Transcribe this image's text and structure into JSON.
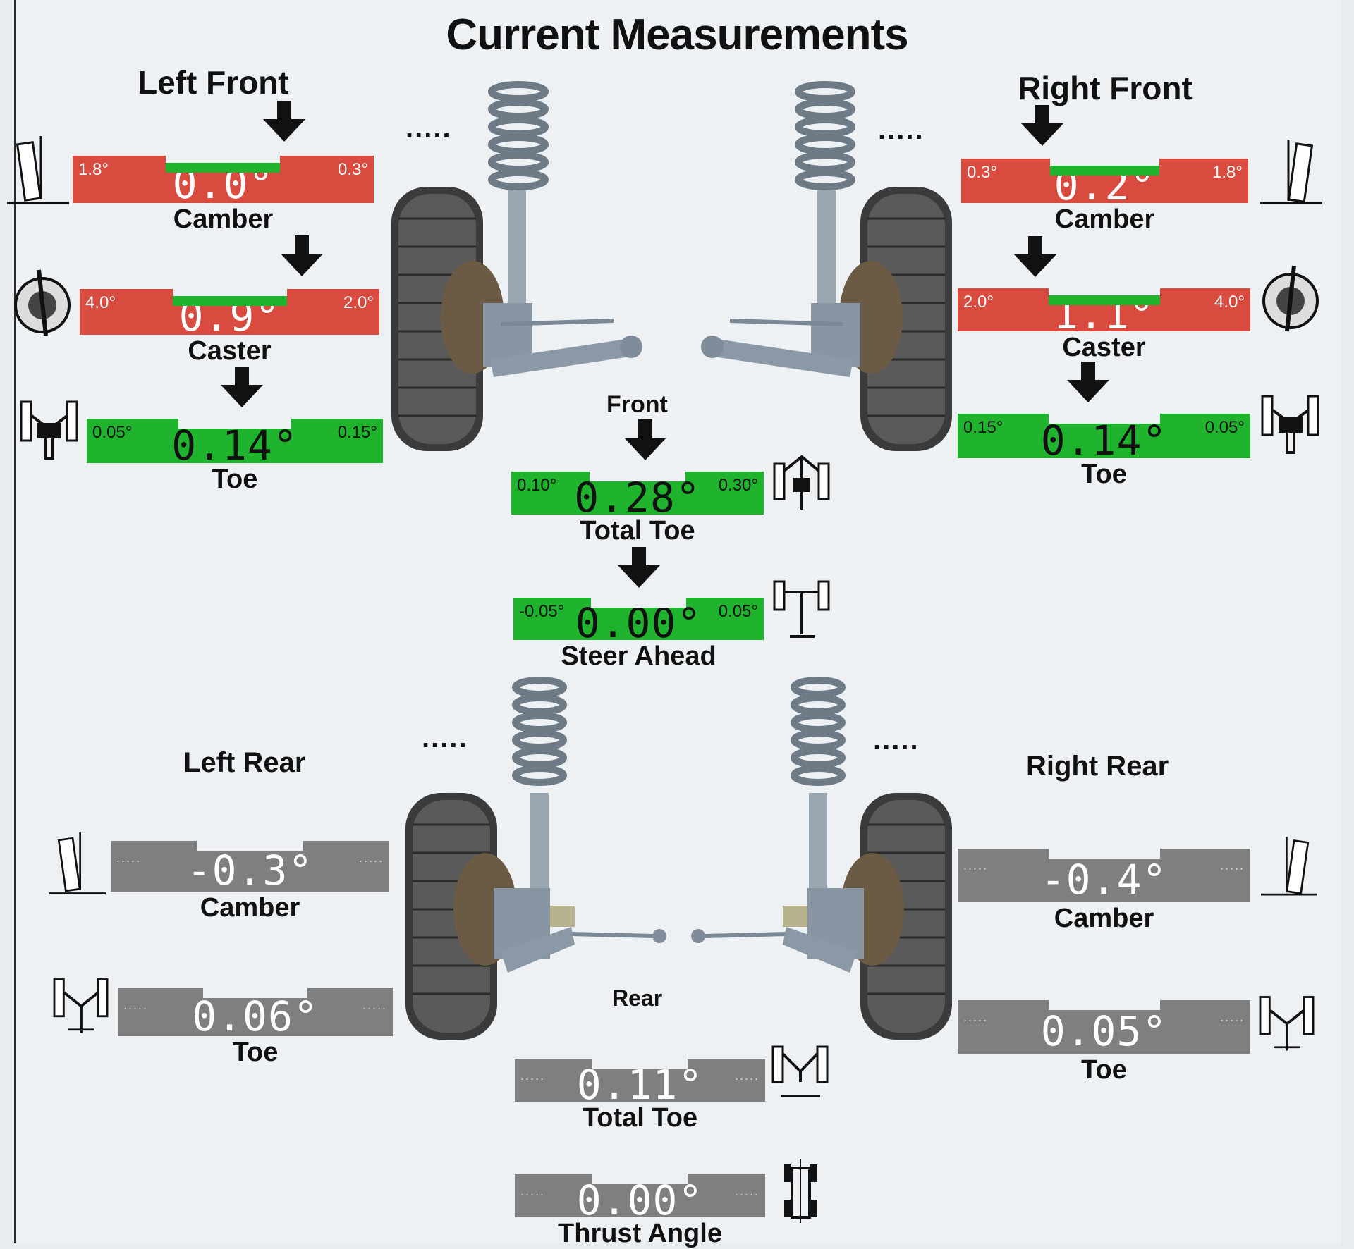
{
  "title": "Current Measurements",
  "sections": {
    "left_front": "Left Front",
    "right_front": "Right Front",
    "left_rear": "Left Rear",
    "right_rear": "Right Rear",
    "front": "Front",
    "rear": "Rear"
  },
  "dots": ".....",
  "gauges": {
    "lf_camber": {
      "label": "Camber",
      "value": "0.0°",
      "min": "1.8°",
      "max": "0.3°",
      "status": "red"
    },
    "lf_caster": {
      "label": "Caster",
      "value": "0.9°",
      "min": "4.0°",
      "max": "2.0°",
      "status": "red"
    },
    "lf_toe": {
      "label": "Toe",
      "value": "0.14°",
      "min": "0.05°",
      "max": "0.15°",
      "status": "green"
    },
    "rf_camber": {
      "label": "Camber",
      "value": "0.2°",
      "min": "0.3°",
      "max": "1.8°",
      "status": "red"
    },
    "rf_caster": {
      "label": "Caster",
      "value": "1.1°",
      "min": "2.0°",
      "max": "4.0°",
      "status": "red"
    },
    "rf_toe": {
      "label": "Toe",
      "value": "0.14°",
      "min": "0.15°",
      "max": "0.05°",
      "status": "green"
    },
    "front_total_toe": {
      "label": "Total Toe",
      "value": "0.28°",
      "min": "0.10°",
      "max": "0.30°",
      "status": "green"
    },
    "steer_ahead": {
      "label": "Steer Ahead",
      "value": "0.00°",
      "min": "-0.05°",
      "max": "0.05°",
      "status": "green"
    },
    "lr_camber": {
      "label": "Camber",
      "value": "-0.3°",
      "min": ".....",
      "max": ".....",
      "status": "gray"
    },
    "lr_toe": {
      "label": "Toe",
      "value": "0.06°",
      "min": ".....",
      "max": ".....",
      "status": "gray"
    },
    "rr_camber": {
      "label": "Camber",
      "value": "-0.4°",
      "min": ".....",
      "max": ".....",
      "status": "gray"
    },
    "rr_toe": {
      "label": "Toe",
      "value": "0.05°",
      "min": ".....",
      "max": ".....",
      "status": "gray"
    },
    "rear_total_toe": {
      "label": "Total Toe",
      "value": "0.11°",
      "min": ".....",
      "max": ".....",
      "status": "gray"
    },
    "thrust_angle": {
      "label": "Thrust Angle",
      "value": "0.00°",
      "min": ".....",
      "max": ".....",
      "status": "gray"
    }
  },
  "colors": {
    "out_of_spec": "#d94a3f",
    "in_spec": "#1fb32e",
    "no_spec": "#7f7f7f"
  },
  "icons": {
    "camber": "camber-icon",
    "caster": "caster-icon",
    "toe": "toe-icon",
    "total_toe": "total-toe-icon",
    "steer_ahead": "steer-ahead-icon",
    "thrust": "thrust-angle-icon",
    "suspension": "suspension-wheel-icon"
  }
}
